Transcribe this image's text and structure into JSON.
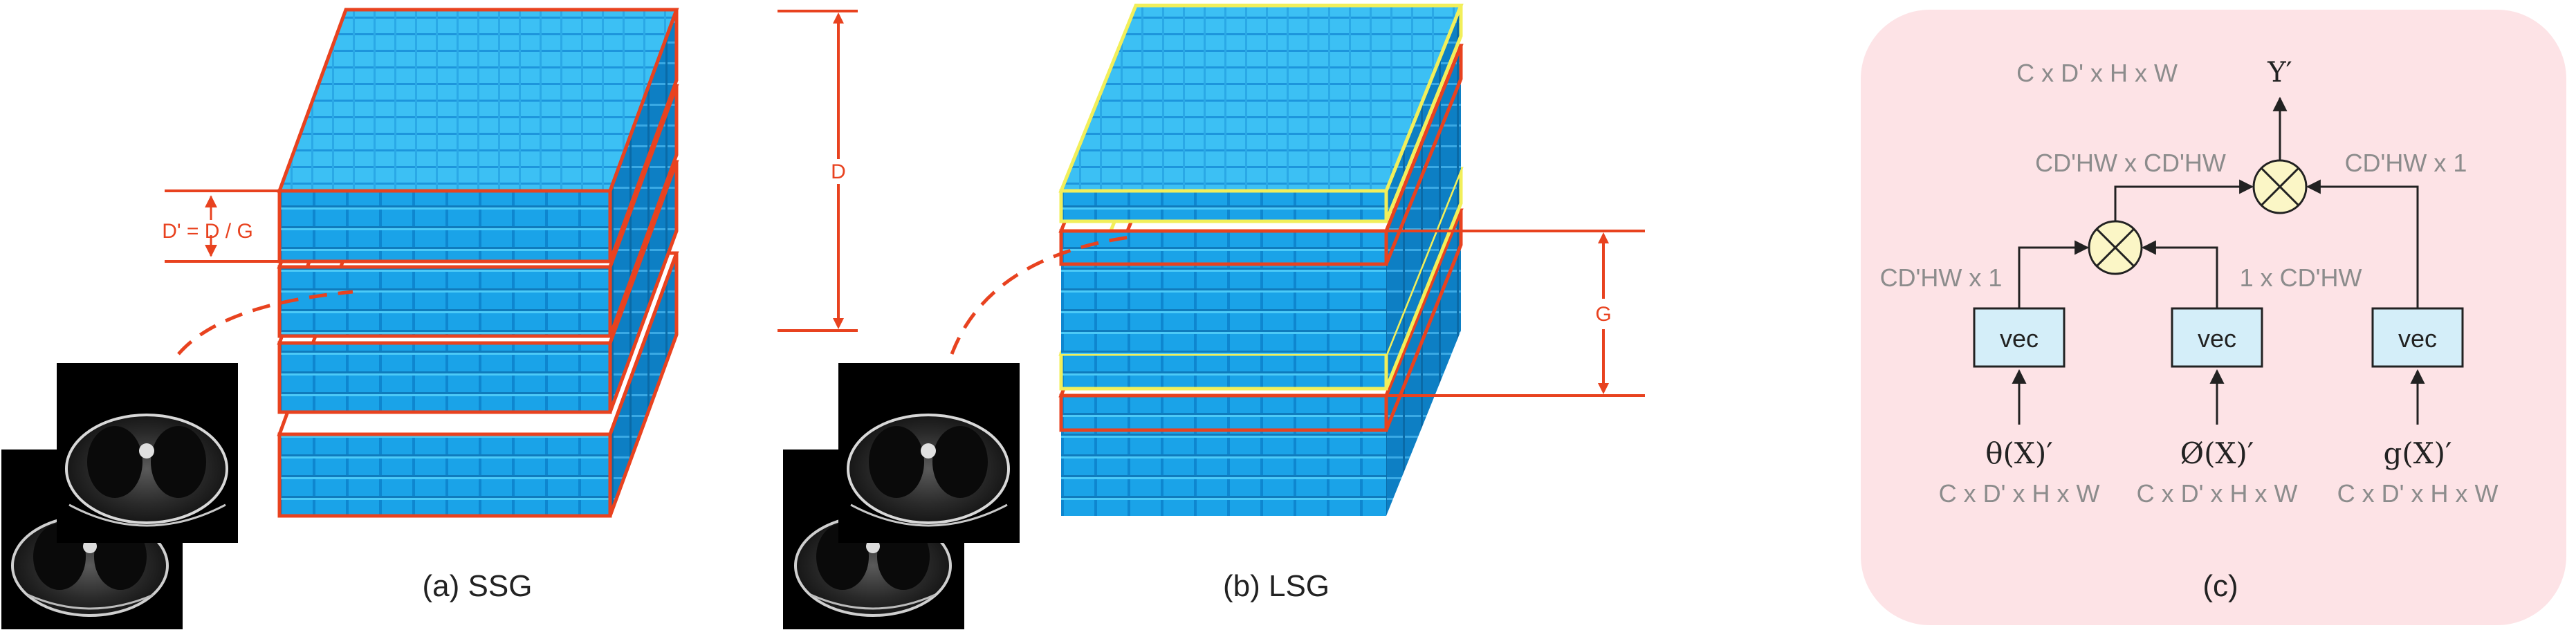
{
  "panels": {
    "a": {
      "caption": "(a) SSG",
      "d_label": "D",
      "dprime_label": "D' = D / G"
    },
    "b": {
      "caption": "(b) LSG",
      "g_label": "G"
    },
    "c": {
      "caption": "(c)",
      "output": "Y′",
      "output_dims": "C x D' x H x W",
      "mul_top_left_dims": "CD'HW x CD'HW",
      "mul_top_right_dims": "CD'HW x 1",
      "vec_left_dims": "CD'HW x 1",
      "vec_mid_dims": "1 x CD'HW",
      "vec_label": "vec",
      "inputs": [
        {
          "symbol": "θ(X)′",
          "dims": "C x D' x H x W"
        },
        {
          "symbol": "Ø(X)′",
          "dims": "C x D' x H x W"
        },
        {
          "symbol": "g(X)′",
          "dims": "C x D' x H x W"
        }
      ]
    }
  },
  "colors": {
    "cube_front": "#1aa3e8",
    "cube_top": "#3cc0f4",
    "cube_side": "#0d7fc4",
    "slab_border": "#e8421f",
    "lsg_highlight": "#f2ef5a",
    "annotation": "#e8421f",
    "panel_c_bg": "#fde3e6",
    "vec_fill": "#d4eef9",
    "mul_fill": "#fbf6c6"
  },
  "icons": [
    "ct-scan-slice-icon",
    "tensor-product-icon"
  ]
}
